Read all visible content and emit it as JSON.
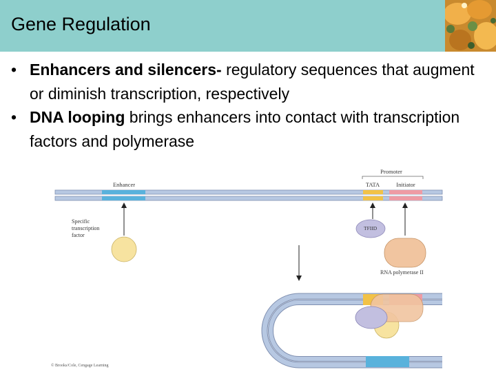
{
  "header": {
    "title": "Gene Regulation",
    "photo_icon": "cell-photo"
  },
  "bullets": [
    {
      "dot": "•",
      "bold": "Enhancers and silencers-",
      "text": " regulatory sequences that augment or diminish transcription, respectively"
    },
    {
      "dot": "•",
      "bold": "DNA looping",
      "text": " brings enhancers into contact with transcription factors and polymerase"
    }
  ],
  "figure": {
    "promoter_label": "Promoter",
    "enhancer_label": "Enhancer",
    "tata_label": "TATA",
    "initiator_label": "Initiator",
    "specific_tf_line1": "Specific",
    "specific_tf_line2": "transcription",
    "specific_tf_line3": "factor",
    "tfiid_label": "TFIID",
    "rna_pol_label": "RNA polymerase II",
    "copyright": "© Brooks/Cole, Cengage Learning",
    "colors": {
      "dna_strand": "#b7c8e2",
      "dna_edge": "#7f8fb0",
      "enhancer": "#59b2dc",
      "tata": "#f2c247",
      "initiator": "#ee9ba4",
      "specific_factor": "#f7e3a0",
      "tfiid": "#c2bfe0",
      "polymerase": "#f1c5a0"
    }
  }
}
